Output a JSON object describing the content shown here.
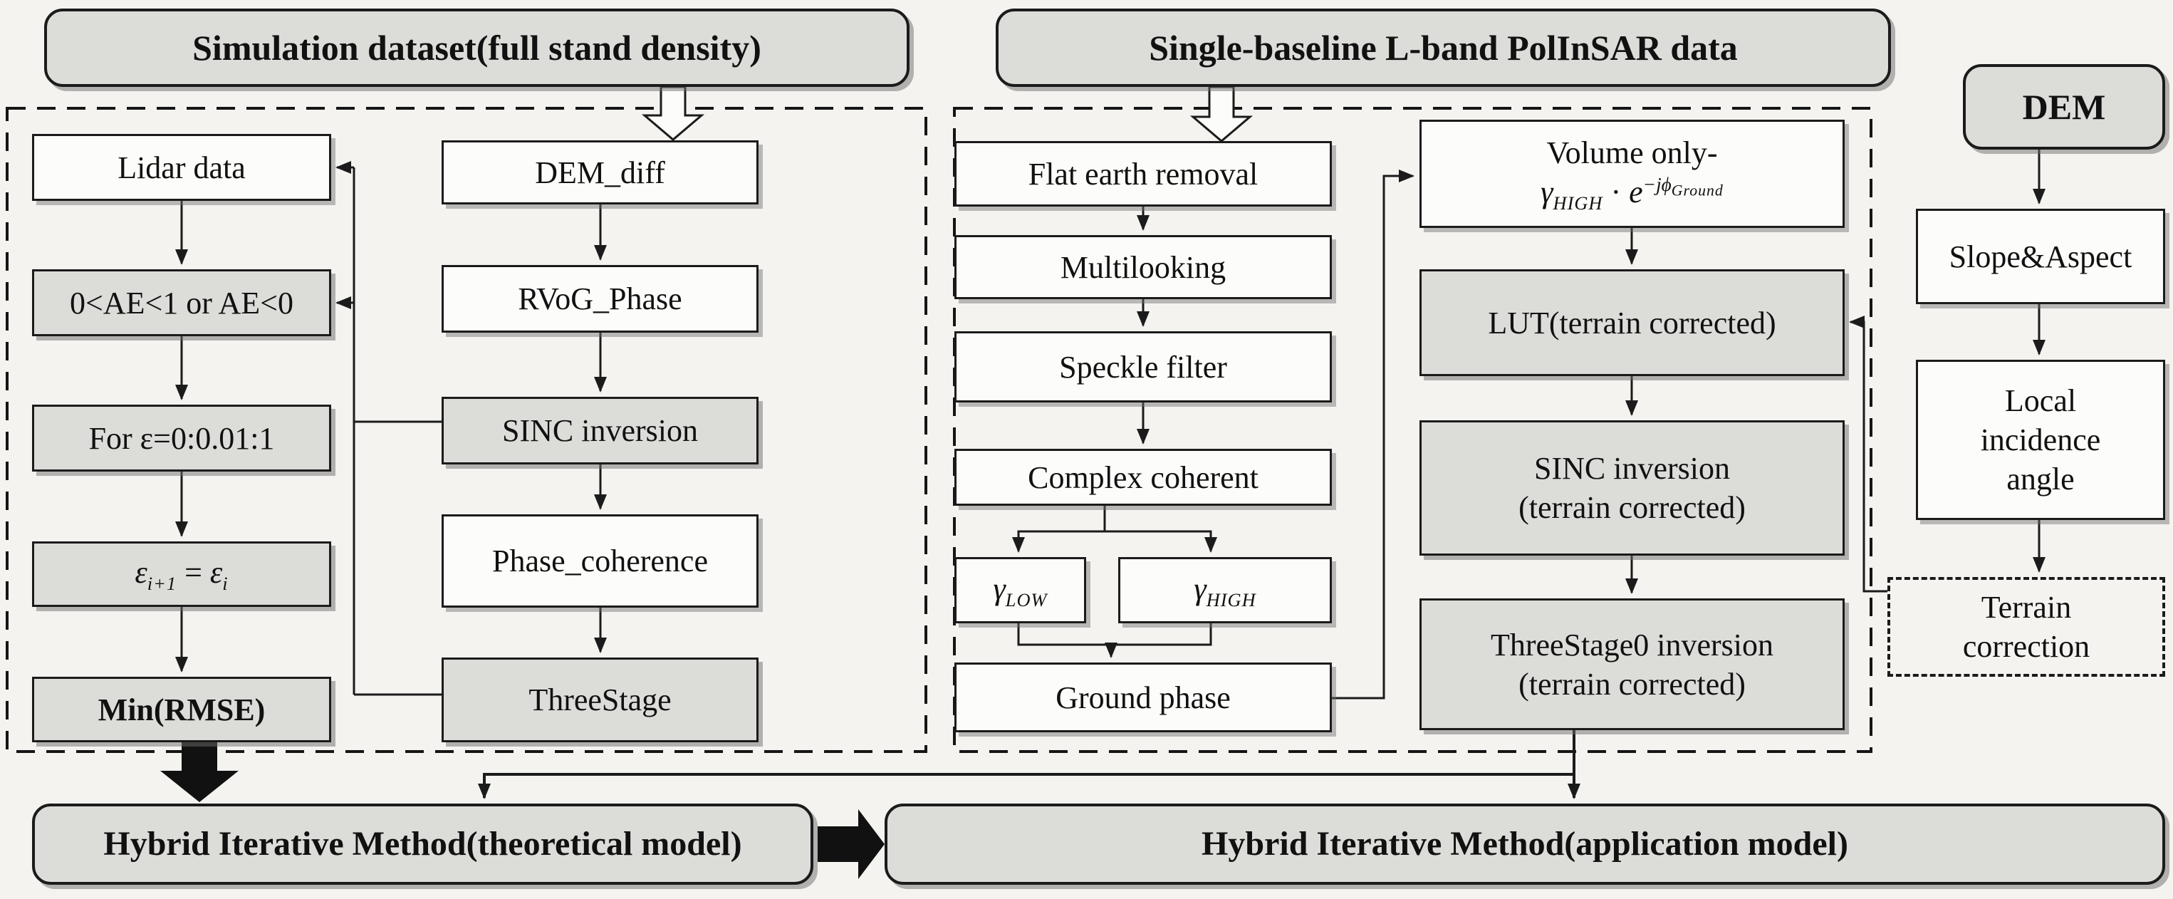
{
  "panels": {
    "simulation_title": "Simulation dataset(full stand density)",
    "polinsar_title": "Single-baseline L-band PolInSAR data"
  },
  "nodes": {
    "lidar": "Lidar data",
    "ae": "0<AE<1 or AE<0",
    "for_eps": "For ε=0:0.01:1",
    "eps": {
      "sym1": "ε",
      "sub1": "i+1",
      "eq": "= ",
      "sym2": "ε",
      "sub2": "i"
    },
    "min_rmse": "Min(RMSE)",
    "dem_diff": "DEM_diff",
    "rvog_phase": "RVoG_Phase",
    "sinc_inversion": "SINC inversion",
    "phase_coherence": "Phase_coherence",
    "threestage": "ThreeStage",
    "flat_earth": "Flat earth removal",
    "multilooking": "Multilooking",
    "speckle": "Speckle filter",
    "complex_coherent": "Complex coherent",
    "gamma_low": {
      "sym": "γ",
      "sub": "LOW"
    },
    "gamma_high": {
      "sym": "γ",
      "sub": "HIGH"
    },
    "ground_phase": "Ground phase",
    "volume_only": {
      "line1": "Volume only-",
      "gamma": "γ",
      "gsub": "HIGH",
      "dot": " · ",
      "e": "e",
      "exp": "−jϕ",
      "expsub": "Ground"
    },
    "lut": "LUT(terrain corrected)",
    "sinc_tc": {
      "line1": "SINC inversion",
      "line2": "(terrain corrected)"
    },
    "threestage0": {
      "line1": "ThreeStage0 inversion",
      "line2": "(terrain corrected)"
    },
    "dem": "DEM",
    "slope_aspect": "Slope&Aspect",
    "local_incidence": {
      "line1": "Local",
      "line2": "incidence",
      "line3": "angle"
    },
    "terrain_correction": {
      "line1": "Terrain",
      "line2": "correction"
    },
    "hybrid_theoretical": "Hybrid Iterative Method(theoretical model)",
    "hybrid_application": "Hybrid Iterative Method(application model)"
  },
  "colors": {
    "background": "#f4f3f0",
    "box_gray": "#dcdcd9",
    "box_white": "#fcfcfa",
    "line": "#1b1b1b"
  }
}
